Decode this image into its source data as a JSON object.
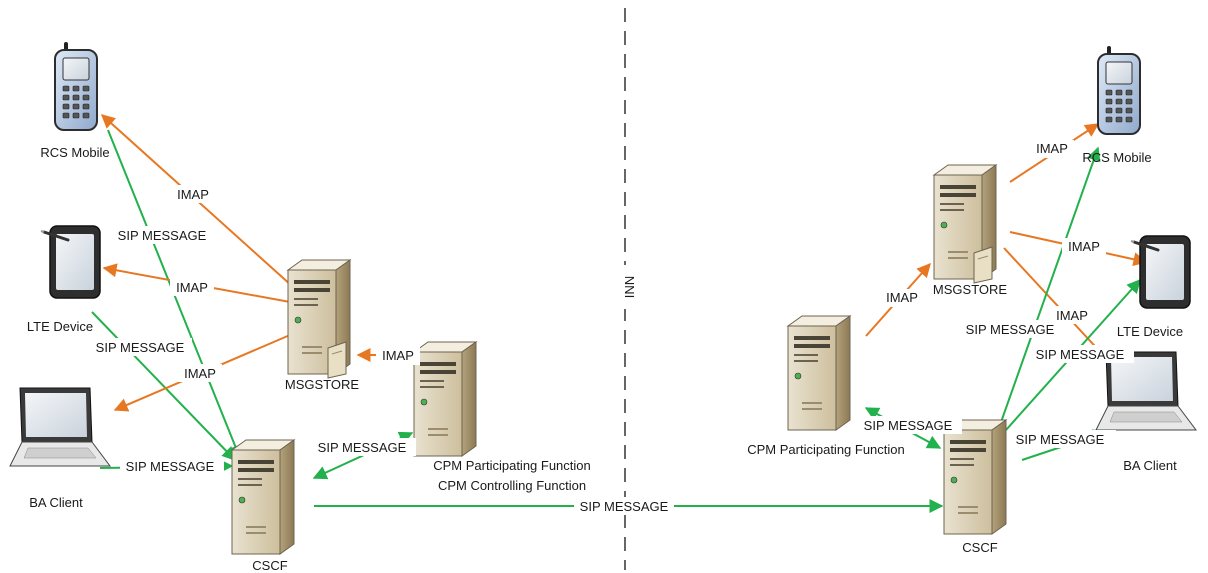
{
  "divider_label": "NNI",
  "colors": {
    "sip": "#22b14c",
    "imap": "#e87722",
    "divider": "#333333"
  },
  "left": {
    "nodes": {
      "rcs_mobile": "RCS Mobile",
      "lte_device": "LTE Device",
      "ba_client": "BA Client",
      "msgstore": "MSGSTORE",
      "cscf": "CSCF",
      "cpm_participating": "CPM Participating Function",
      "cpm_controlling": "CPM Controlling Function"
    },
    "edges": {
      "imap_mobile": "IMAP",
      "imap_lte": "IMAP",
      "imap_ba": "IMAP",
      "imap_cpm": "IMAP",
      "sip_mobile": "SIP MESSAGE",
      "sip_lte": "SIP MESSAGE",
      "sip_ba": "SIP MESSAGE",
      "sip_cpm": "SIP MESSAGE"
    }
  },
  "right": {
    "nodes": {
      "rcs_mobile": "RCS Mobile",
      "lte_device": "LTE Device",
      "ba_client": "BA Client",
      "msgstore": "MSGSTORE",
      "cscf": "CSCF",
      "cpm_participating": "CPM Participating Function"
    },
    "edges": {
      "imap_mobile": "IMAP",
      "imap_lte": "IMAP",
      "imap_ba": "IMAP",
      "imap_cpm": "IMAP",
      "sip_mobile": "SIP MESSAGE",
      "sip_lte": "SIP MESSAGE",
      "sip_ba": "SIP MESSAGE",
      "sip_cpm": "SIP MESSAGE"
    }
  },
  "inter_edge": "SIP MESSAGE"
}
